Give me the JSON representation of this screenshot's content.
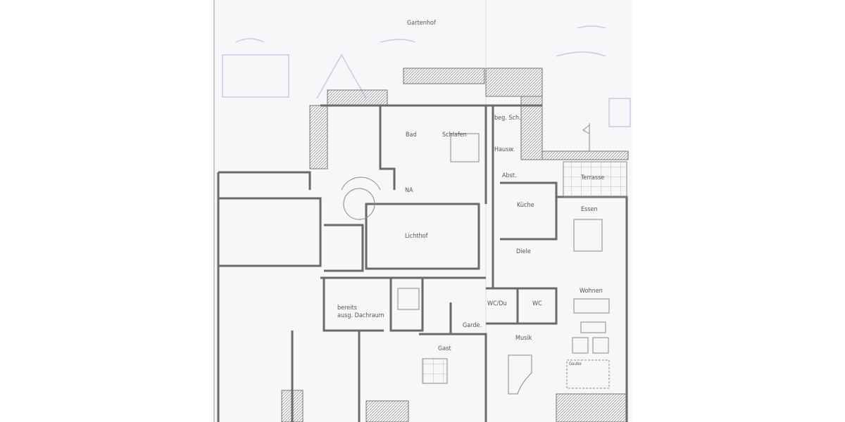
{
  "plan": {
    "labels": {
      "gartenhof": "Gartenhof",
      "bad": "Bad",
      "schlafen": "Schlafen",
      "beg_sch": "beg. Sch.",
      "hausw": "Hausw.",
      "abst": "Abst.",
      "terrasse": "Terrasse",
      "na": "NA",
      "kueche": "Küche",
      "essen": "Essen",
      "lichthof": "Lichthof",
      "diele": "Diele",
      "wohnen": "Wohnen",
      "dachraum_1": "bereits",
      "dachraum_2": "ausg. Dachraum",
      "wc_du": "WC/Du",
      "wc": "WC",
      "garde": "Garde.",
      "gast": "Gast",
      "musik": "Musik",
      "gaube": "Gaube"
    },
    "colors": {
      "paper": "#f7f7f9",
      "walls": "#6a6a6a",
      "pencil_sketch": "#c9c9e6"
    }
  }
}
